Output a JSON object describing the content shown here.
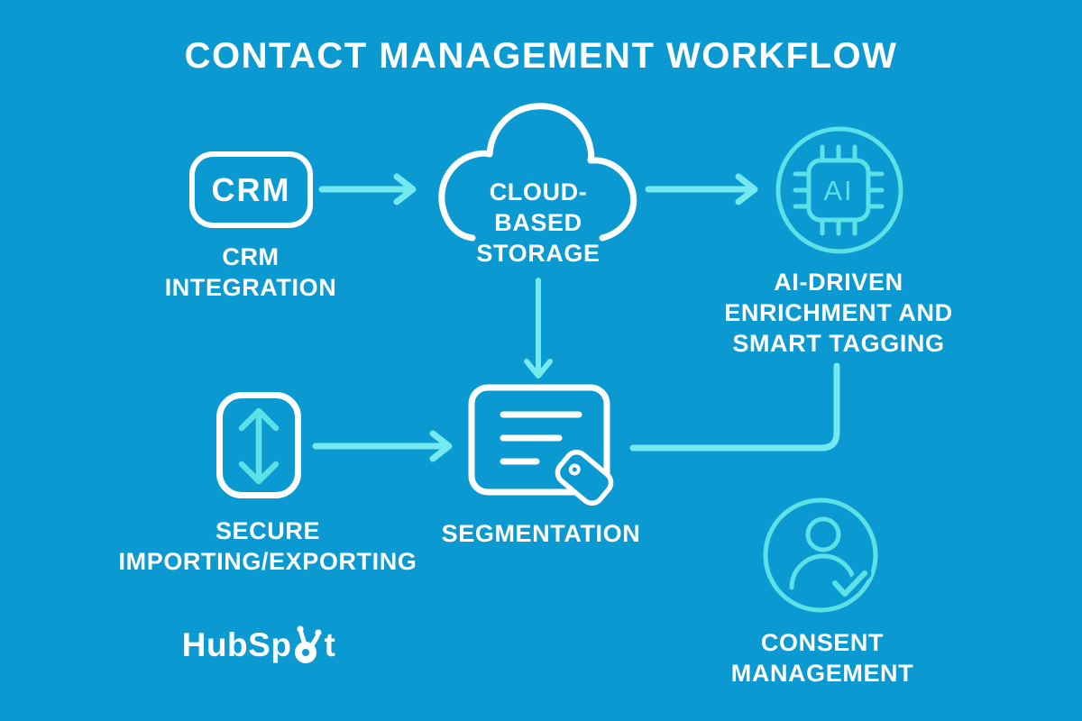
{
  "title": "CONTACT MANAGEMENT WORKFLOW",
  "colors": {
    "background": "#0A99D1",
    "text": "#FFFFFF",
    "icon_cyan": "#5CE1E6",
    "arrow_cyan": "#74E9EF"
  },
  "nodes": {
    "crm": {
      "icon": "crm-box-icon",
      "box_text": "CRM",
      "label": [
        "CRM",
        "INTEGRATION"
      ]
    },
    "cloud": {
      "icon": "cloud-icon",
      "label": [
        "CLOUD-",
        "BASED",
        "STORAGE"
      ]
    },
    "ai": {
      "icon": "ai-chip-icon",
      "chip_text": "AI",
      "label": [
        "AI-DRIVEN",
        "ENRICHMENT AND",
        "SMART TAGGING"
      ]
    },
    "secure": {
      "icon": "import-export-arrows-icon",
      "label": [
        "SECURE",
        "IMPORTING/EXPORTING"
      ]
    },
    "segmentation": {
      "icon": "document-tag-icon",
      "label": [
        "SEGMENTATION"
      ]
    },
    "consent": {
      "icon": "person-check-icon",
      "label": [
        "CONSENT",
        "MANAGEMENT"
      ]
    }
  },
  "connectors": [
    {
      "from": "crm",
      "to": "cloud",
      "style": "arrow-right"
    },
    {
      "from": "cloud",
      "to": "ai",
      "style": "arrow-right"
    },
    {
      "from": "cloud",
      "to": "segmentation",
      "style": "arrow-down"
    },
    {
      "from": "secure",
      "to": "segmentation",
      "style": "arrow-right"
    },
    {
      "from": "ai",
      "to": "segmentation",
      "style": "elbow-line"
    }
  ],
  "branding": {
    "name": "HubSpot",
    "wordmark_left": "HubSp",
    "wordmark_right": "t",
    "icon": "hubspot-sprocket-icon"
  }
}
